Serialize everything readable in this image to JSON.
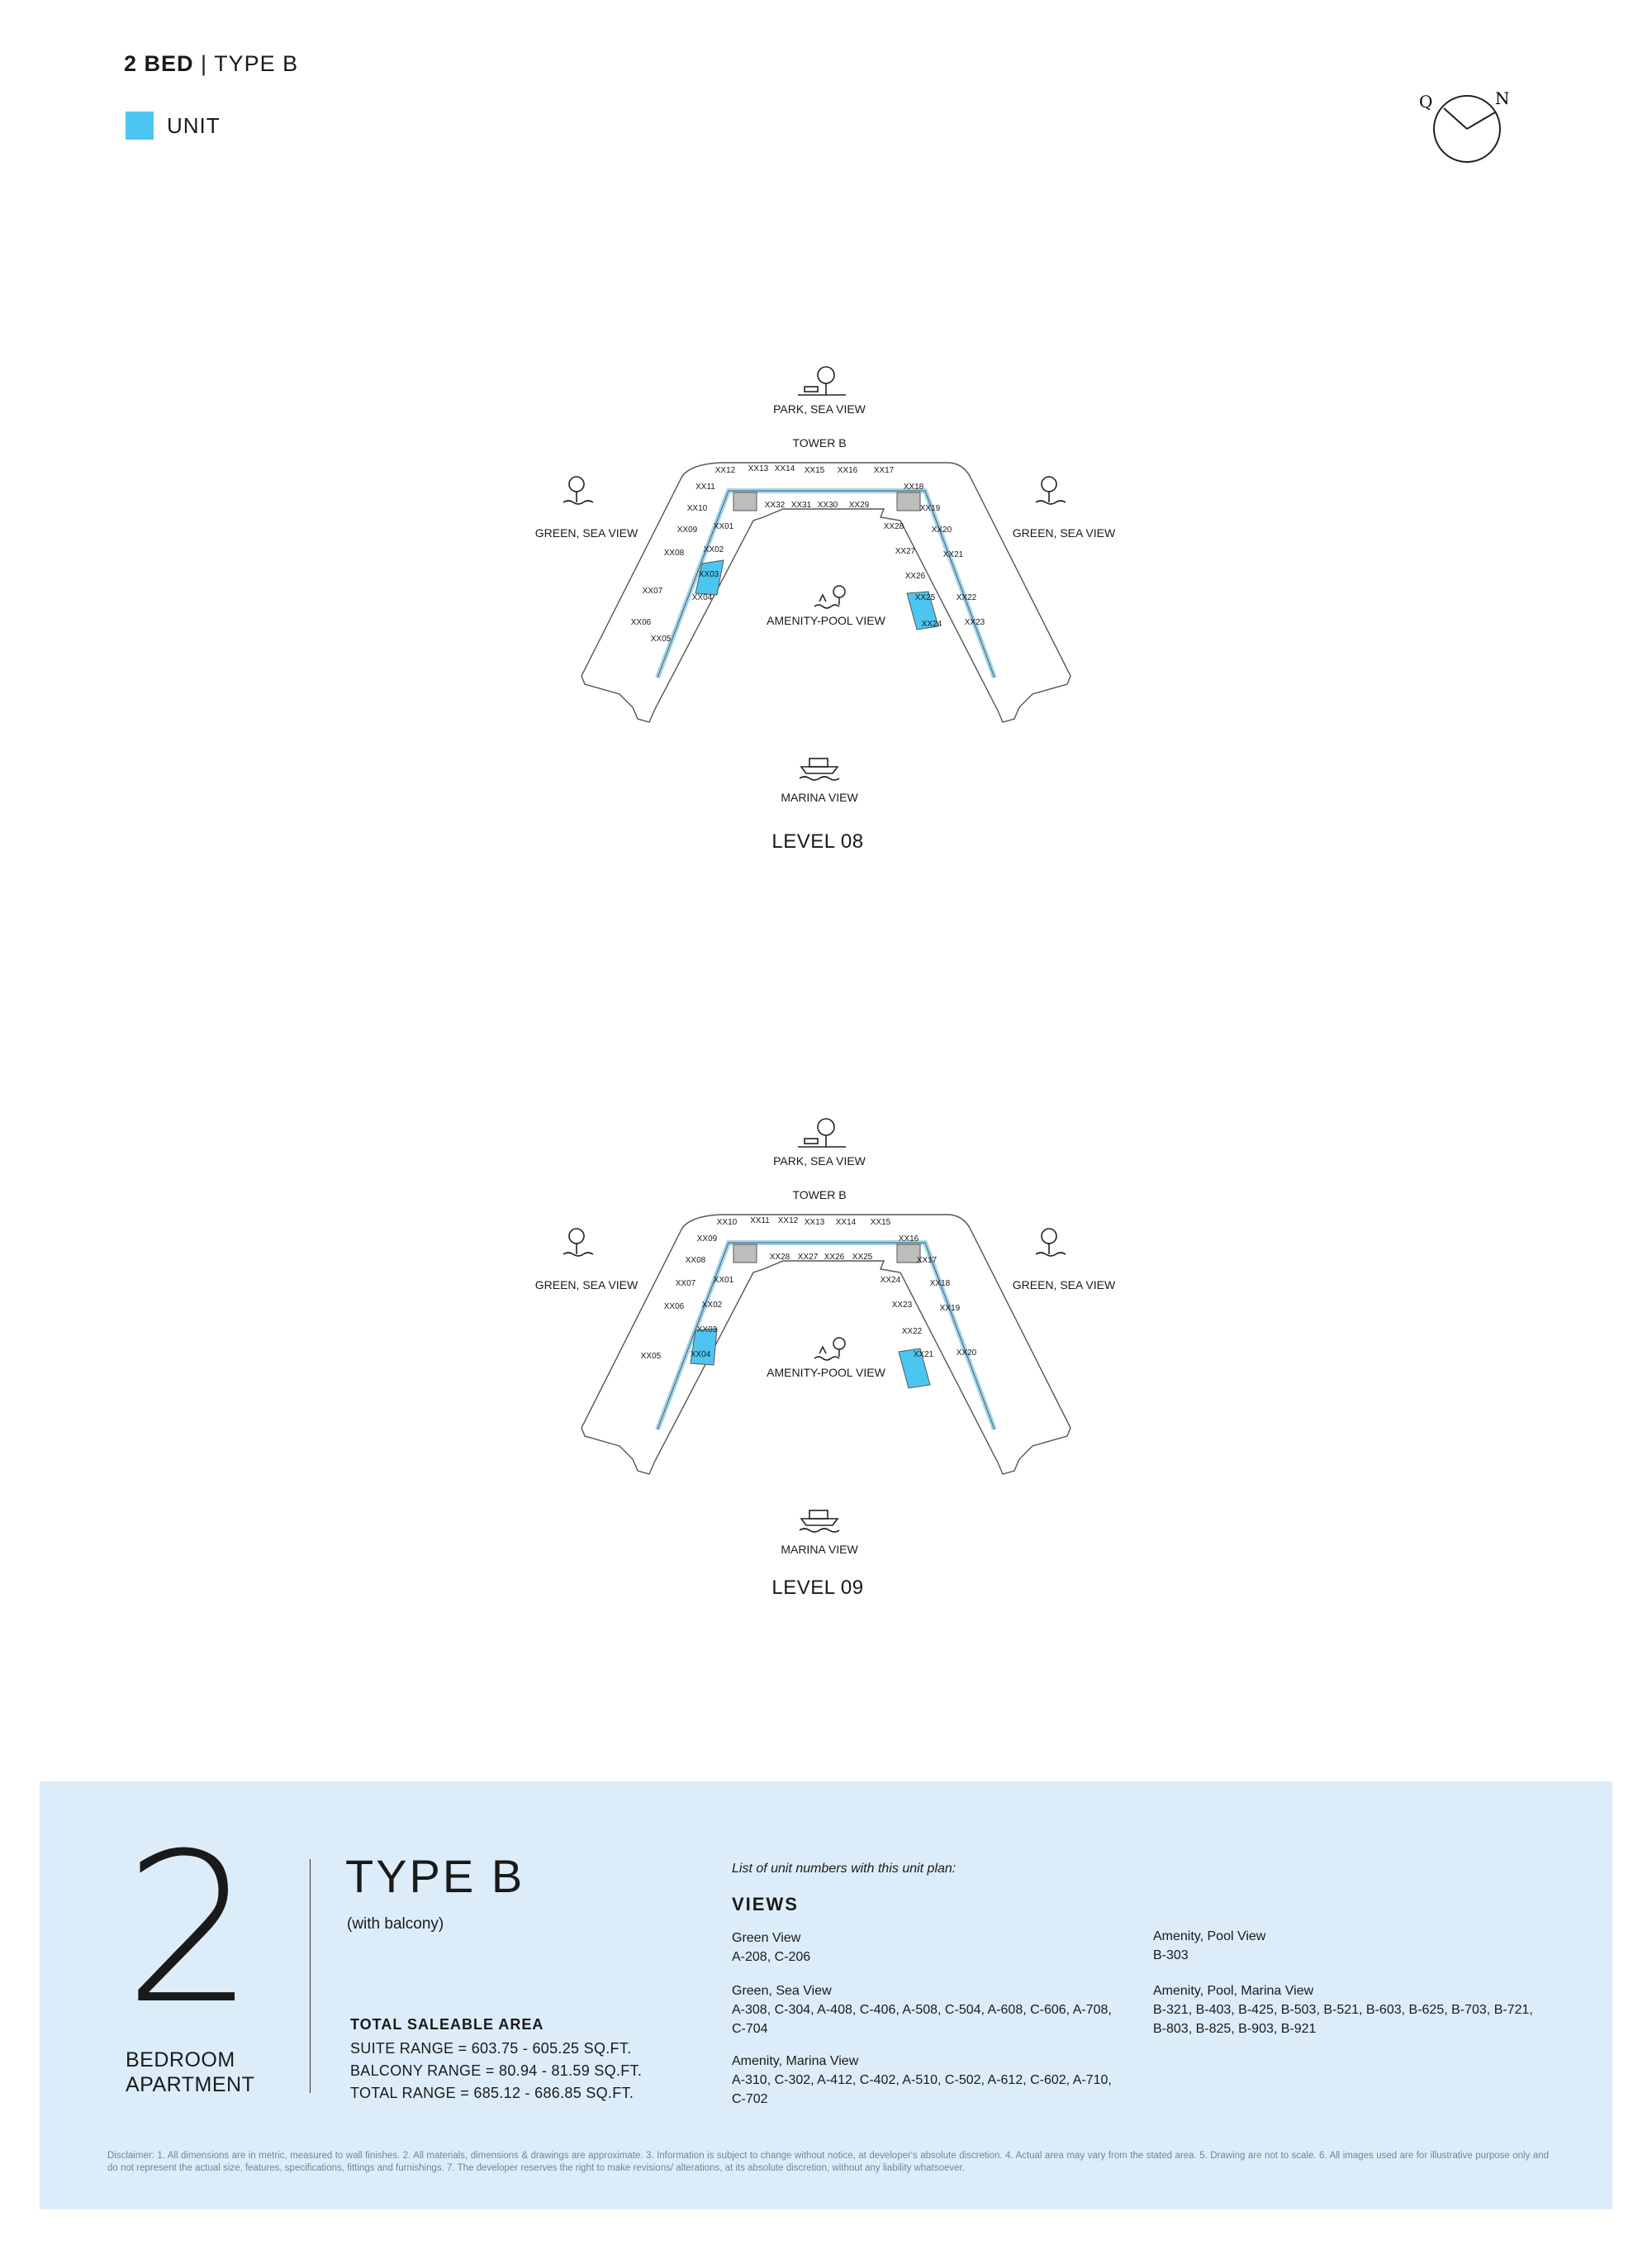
{
  "header": {
    "bed": "2 BED",
    "sep": " | ",
    "type": "TYPE B"
  },
  "legend": {
    "label": "UNIT",
    "color": "#4cc6f0"
  },
  "compass": {
    "q": "Q",
    "n": "N"
  },
  "plans": [
    {
      "level_label": "LEVEL 08",
      "tower": "TOWER B",
      "views": {
        "top": "PARK, SEA VIEW",
        "left": "GREEN, SEA VIEW",
        "right": "GREEN, SEA VIEW",
        "center": "AMENITY-POOL VIEW",
        "bottom": "MARINA VIEW"
      },
      "units": [
        "XX12",
        "XX13",
        "XX14",
        "XX15",
        "XX16",
        "XX17",
        "XX11",
        "XX18",
        "XX10",
        "XX32",
        "XX31",
        "XX30",
        "XX29",
        "XX19",
        "XX09",
        "XX01",
        "XX28",
        "XX20",
        "XX08",
        "XX02",
        "XX27",
        "XX21",
        "XX03",
        "XX26",
        "XX07",
        "XX04",
        "XX25",
        "XX22",
        "XX06",
        "XX24",
        "XX05",
        "XX23"
      ]
    },
    {
      "level_label": "LEVEL 09",
      "tower": "TOWER B",
      "views": {
        "top": "PARK, SEA VIEW",
        "left": "GREEN, SEA VIEW",
        "right": "GREEN, SEA VIEW",
        "center": "AMENITY-POOL VIEW",
        "bottom": "MARINA VIEW"
      },
      "units": [
        "XX10",
        "XX11",
        "XX12",
        "XX13",
        "XX14",
        "XX15",
        "XX09",
        "XX16",
        "XX08",
        "XX28",
        "XX27",
        "XX26",
        "XX25",
        "XX17",
        "XX07",
        "XX01",
        "XX24",
        "XX18",
        "XX06",
        "XX02",
        "XX23",
        "XX19",
        "XX03",
        "XX22",
        "XX05",
        "XX04",
        "XX21",
        "XX20"
      ]
    }
  ],
  "summary": {
    "big_number": "2",
    "bedroom": "BEDROOM",
    "apartment": "APARTMENT",
    "title": "TYPE B",
    "subtitle": "(with balcony)",
    "area_heading": "TOTAL SALEABLE AREA",
    "suite_range": "SUITE RANGE = 603.75 - 605.25 SQ.FT.",
    "balcony_range": "BALCONY RANGE = 80.94 - 81.59 SQ.FT.",
    "total_range": "TOTAL RANGE = 685.12 - 686.85 SQ.FT.",
    "list_heading": "List of unit numbers with this unit plan:",
    "views_heading": "VIEWS",
    "view_groups": [
      {
        "name": "Green View",
        "units": "A-208, C-206"
      },
      {
        "name": "Green, Sea View",
        "units": "A-308, C-304, A-408, C-406, A-508, C-504, A-608, C-606, A-708, C-704"
      },
      {
        "name": "Amenity, Marina View",
        "units": "A-310, C-302, A-412, C-402, A-510, C-502, A-612, C-602, A-710, C-702"
      },
      {
        "name": "Amenity, Pool View",
        "units": "B-303"
      },
      {
        "name": "Amenity, Pool, Marina View",
        "units": "B-321, B-403, B-425, B-503, B-521, B-603, B-625, B-703, B-721, B-803, B-825, B-903, B-921"
      }
    ],
    "disclaimer": "Disclaimer: 1. All dimensions are in metric, measured to wall finishes. 2. All materials, dimensions & drawings are approximate. 3. Information is subject to change without notice, at developer's absolute discretion. 4. Actual area may vary from the stated area. 5. Drawing are not to scale. 6. All images used are for illustrative purpose only and do not represent the actual size, features, specifications, fittings and furnishings. 7. The developer reserves the right to make revisions/ alterations, at its absolute discretion, without any liability whatsoever."
  }
}
